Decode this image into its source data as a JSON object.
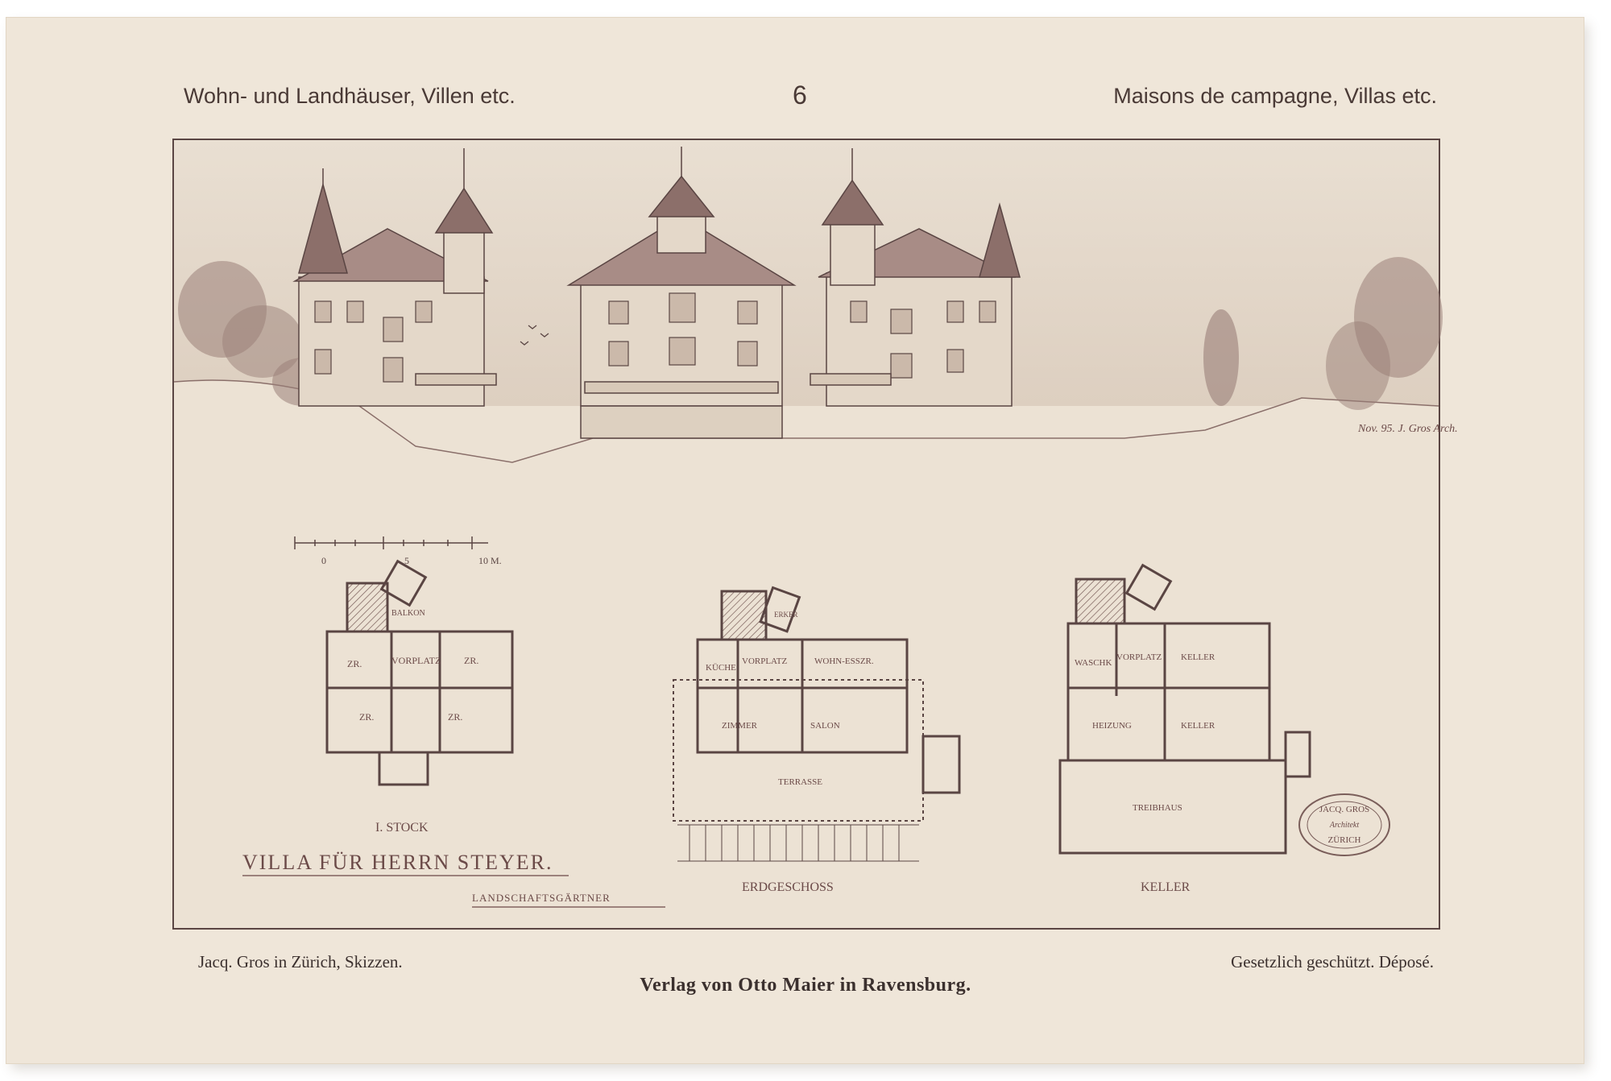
{
  "header": {
    "left": "Wohn- und Landhäuser, Villen etc.",
    "number": "6",
    "right": "Maisons de campagne, Villas etc."
  },
  "plate": {
    "villa_title": "VILLA FÜR HERRN STEYER.",
    "subtitle": "LANDSCHAFTSGÄRTNER",
    "scale_labels": [
      "0",
      "5",
      "10 M."
    ],
    "signature": "Nov. 95. J. Gros Arch.",
    "plans": [
      {
        "caption": "I. STOCK",
        "rooms": [
          "ZR.",
          "VORPLATZ",
          "ZR.",
          "ZR.",
          "ZR.",
          "BALKON"
        ]
      },
      {
        "caption": "ERDGESCHOSS",
        "rooms": [
          "KÜCHE",
          "VORPLATZ",
          "WOHN-ESSZR.",
          "ZIMMER",
          "SALON",
          "TERRASSE",
          "ERKER"
        ]
      },
      {
        "caption": "KELLER",
        "rooms": [
          "WASCHK",
          "VORPLATZ",
          "KELLER",
          "HEIZUNG",
          "KELLER",
          "TREIBHAUS"
        ]
      }
    ],
    "stamp": {
      "line1": "JACQ. GROS",
      "line2": "Architekt",
      "line3": "ZÜRICH"
    }
  },
  "footer": {
    "left": "Jacq. Gros in Zürich, Skizzen.",
    "right": "Gesetzlich geschützt.  Déposé.",
    "center": "Verlag von Otto Maier in Ravensburg."
  },
  "colors": {
    "paper": "#efe6d9",
    "plate": "#ece2d4",
    "ink": "#5a4543"
  }
}
